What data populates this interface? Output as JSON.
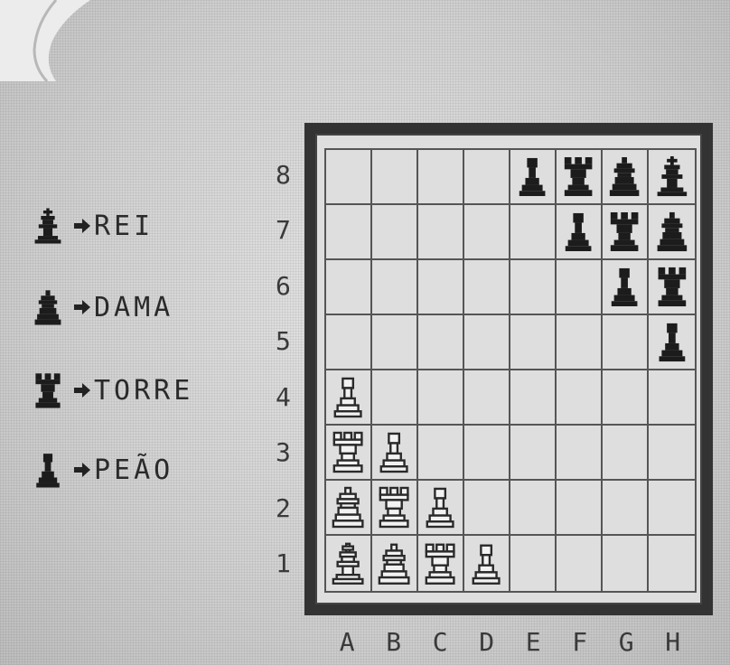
{
  "legend": [
    {
      "piece": "king",
      "label": "REI"
    },
    {
      "piece": "queen",
      "label": "DAMA"
    },
    {
      "piece": "rook",
      "label": "TORRE"
    },
    {
      "piece": "pawn",
      "label": "PEÃO"
    }
  ],
  "board": {
    "ranks": [
      "8",
      "7",
      "6",
      "5",
      "4",
      "3",
      "2",
      "1"
    ],
    "files": [
      "A",
      "B",
      "C",
      "D",
      "E",
      "F",
      "G",
      "H"
    ],
    "pieces": [
      {
        "square": "E8",
        "type": "pawn",
        "color": "black"
      },
      {
        "square": "F8",
        "type": "rook",
        "color": "black"
      },
      {
        "square": "G8",
        "type": "queen",
        "color": "black"
      },
      {
        "square": "H8",
        "type": "king",
        "color": "black"
      },
      {
        "square": "F7",
        "type": "pawn",
        "color": "black"
      },
      {
        "square": "G7",
        "type": "rook",
        "color": "black"
      },
      {
        "square": "H7",
        "type": "queen",
        "color": "black"
      },
      {
        "square": "G6",
        "type": "pawn",
        "color": "black"
      },
      {
        "square": "H6",
        "type": "rook",
        "color": "black"
      },
      {
        "square": "H5",
        "type": "pawn",
        "color": "black"
      },
      {
        "square": "A4",
        "type": "pawn",
        "color": "white"
      },
      {
        "square": "A3",
        "type": "rook",
        "color": "white"
      },
      {
        "square": "B3",
        "type": "pawn",
        "color": "white"
      },
      {
        "square": "A2",
        "type": "queen",
        "color": "white"
      },
      {
        "square": "B2",
        "type": "rook",
        "color": "white"
      },
      {
        "square": "C2",
        "type": "pawn",
        "color": "white"
      },
      {
        "square": "A1",
        "type": "king",
        "color": "white"
      },
      {
        "square": "B1",
        "type": "queen",
        "color": "white"
      },
      {
        "square": "C1",
        "type": "rook",
        "color": "white"
      },
      {
        "square": "D1",
        "type": "pawn",
        "color": "white"
      }
    ]
  },
  "colors": {
    "black_piece": "#1c1c1c",
    "white_piece_fill": "#f2f2f2",
    "white_piece_stroke": "#2a2a2a",
    "paper": "#d4d4d4"
  },
  "icons": {
    "arrow": "right-arrow-icon",
    "king": "king-icon",
    "queen": "queen-icon",
    "rook": "rook-icon",
    "pawn": "pawn-icon"
  }
}
